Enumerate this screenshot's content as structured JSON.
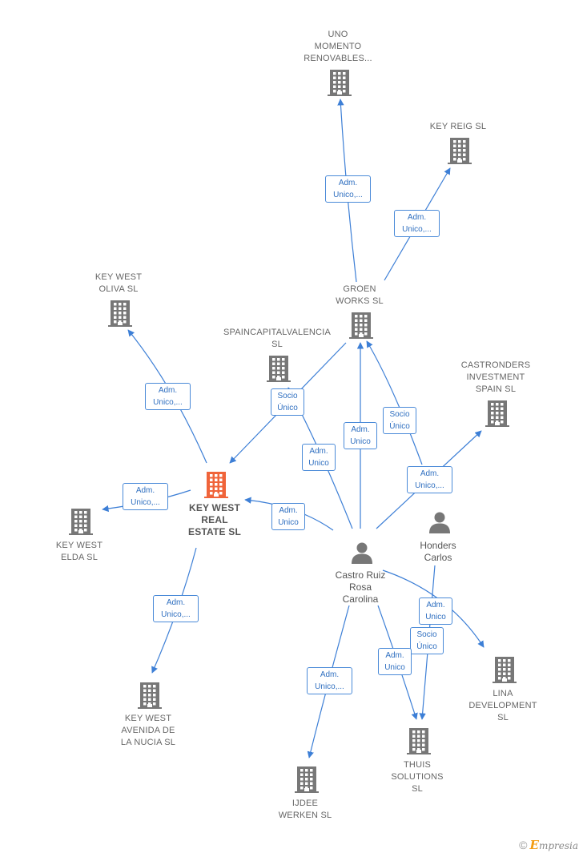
{
  "colors": {
    "edge": "#3d7fd6",
    "company": "#777777",
    "main_company": "#f0643a",
    "person": "#777777",
    "label_text": "#666666"
  },
  "companies": [
    {
      "id": "uno",
      "label": "UNO\nMOMENTO\nRENOVABLES...",
      "icon": "building-icon"
    },
    {
      "id": "keyreig",
      "label": "KEY REIG  SL",
      "icon": "building-icon"
    },
    {
      "id": "groen",
      "label": "GROEN\nWORKS  SL",
      "icon": "building-icon"
    },
    {
      "id": "oliva",
      "label": "KEY WEST\nOLIVA  SL",
      "icon": "building-icon"
    },
    {
      "id": "spain",
      "label": "SPAINCAPITALVALENCIA\nSL",
      "icon": "building-icon"
    },
    {
      "id": "castro_inv",
      "label": "CASTRONDERS\nINVESTMENT\nSPAIN  SL",
      "icon": "building-icon"
    },
    {
      "id": "main",
      "label": "KEY WEST\nREAL\nESTATE  SL",
      "icon": "building-icon",
      "main": true
    },
    {
      "id": "elda",
      "label": "KEY WEST\nELDA  SL",
      "icon": "building-icon"
    },
    {
      "id": "nucia",
      "label": "KEY WEST\nAVENIDA DE\nLA NUCIA  SL",
      "icon": "building-icon"
    },
    {
      "id": "lina",
      "label": "LINA\nDEVELOPMENT\nSL",
      "icon": "building-icon"
    },
    {
      "id": "thuis",
      "label": "THUIS\nSOLUTIONS\nSL",
      "icon": "building-icon"
    },
    {
      "id": "ijdee",
      "label": "IJDEE\nWERKEN  SL",
      "icon": "building-icon"
    }
  ],
  "people": [
    {
      "id": "castro",
      "label": "Castro Ruiz\nRosa\nCarolina",
      "icon": "person-icon"
    },
    {
      "id": "honders",
      "label": "Honders\nCarlos",
      "icon": "person-icon"
    }
  ],
  "edges": [
    {
      "label": "Adm.\nUnico,...",
      "from": "groen",
      "to": "uno"
    },
    {
      "label": "Adm.\nUnico,...",
      "from": "groen",
      "to": "keyreig"
    },
    {
      "label": "Adm.\nUnico,...",
      "from": "main",
      "to": "oliva"
    },
    {
      "label": "Socio\nÚnico",
      "from": "groen",
      "to": "main"
    },
    {
      "label": "Adm.\nUnico",
      "from": "castro",
      "to": "spain"
    },
    {
      "label": "Adm.\nUnico",
      "from": "castro",
      "to": "groen"
    },
    {
      "label": "Socio\nÚnico",
      "from": "honders",
      "to": "groen"
    },
    {
      "label": "Adm.\nUnico,...",
      "from": "castro",
      "to": "castro_inv"
    },
    {
      "label": "Adm.\nUnico",
      "from": "castro",
      "to": "main"
    },
    {
      "label": "Adm.\nUnico,...",
      "from": "main",
      "to": "elda"
    },
    {
      "label": "Adm.\nUnico,...",
      "from": "main",
      "to": "nucia"
    },
    {
      "label": "Adm.\nUnico",
      "from": "castro",
      "to": "lina"
    },
    {
      "label": "Socio\nÚnico",
      "from": "honders",
      "to": "thuis"
    },
    {
      "label": "Adm.\nUnico",
      "from": "castro",
      "to": "thuis"
    },
    {
      "label": "Adm.\nUnico,...",
      "from": "castro",
      "to": "ijdee"
    }
  ],
  "brand": {
    "copyright": "©",
    "first_letter": "E",
    "rest": "mpresia"
  }
}
